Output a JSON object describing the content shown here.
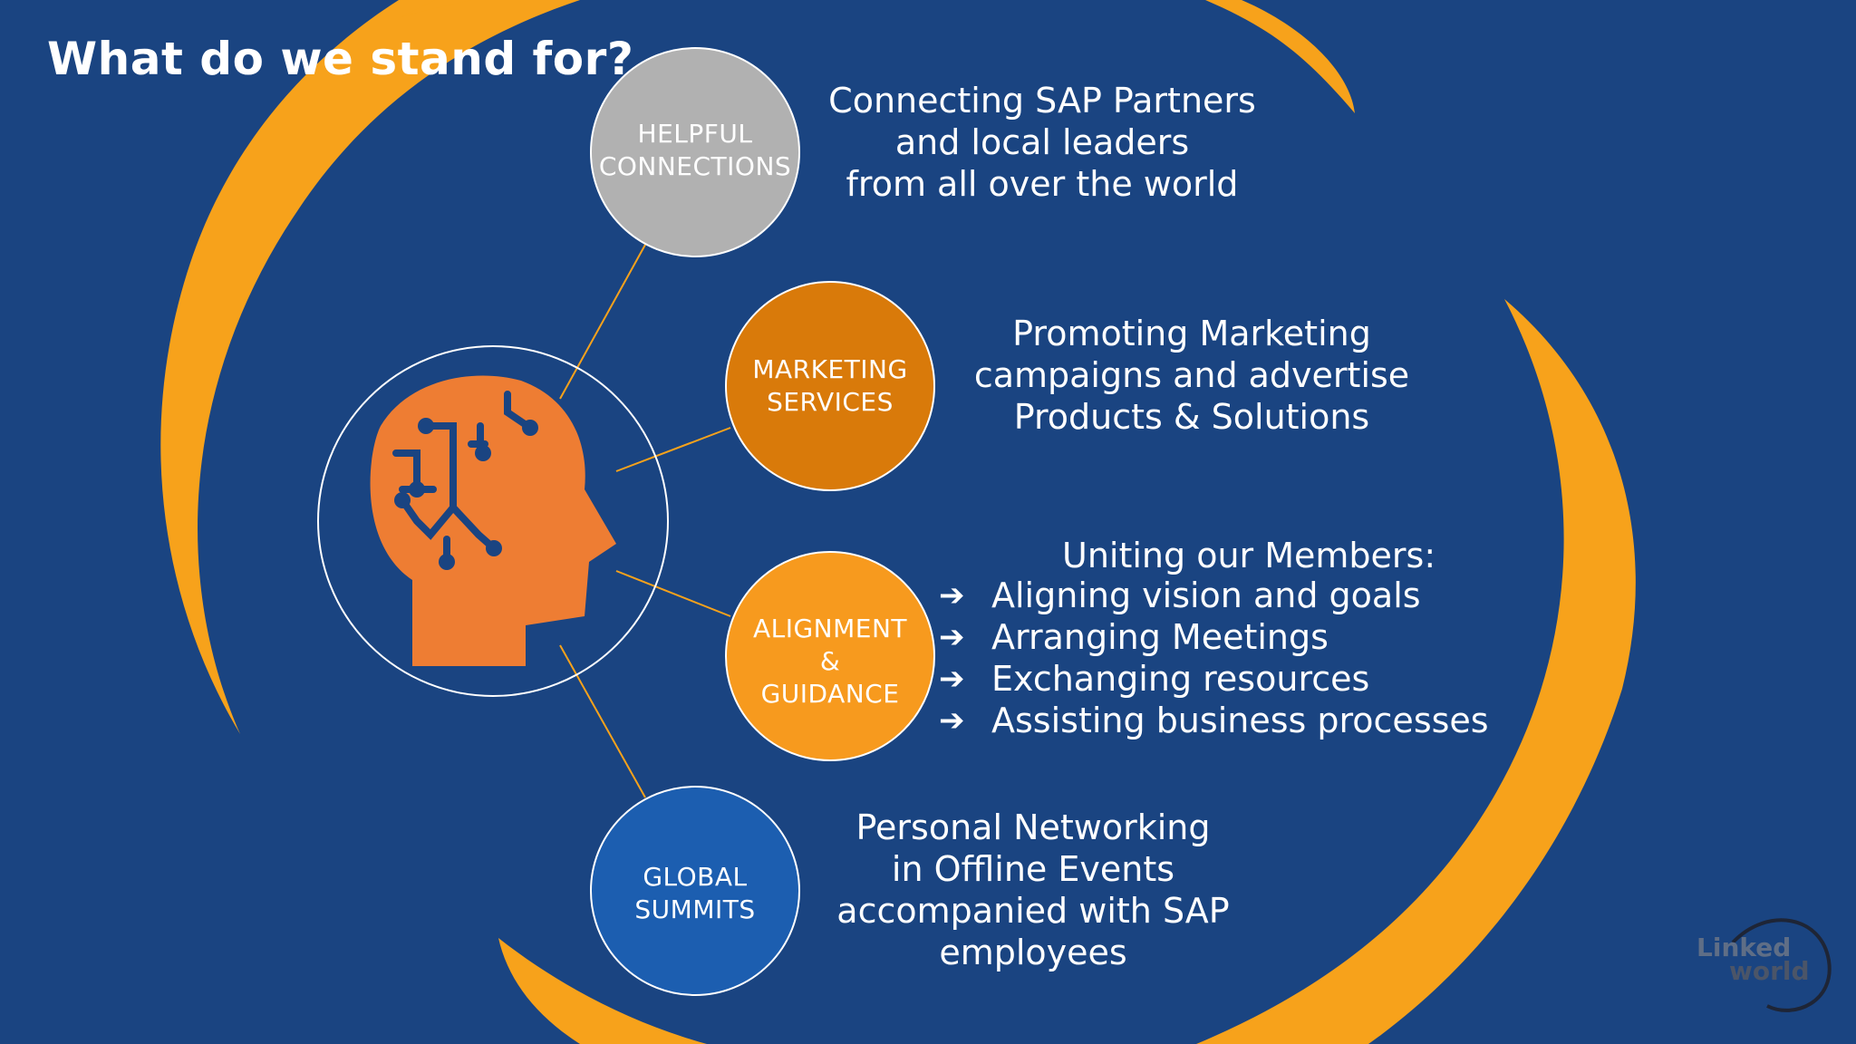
{
  "slide": {
    "title": "What do we stand for?",
    "colors": {
      "background": "#1a4481",
      "swirl": "#f7a21b",
      "head": "#ee7d33",
      "connections": "#b1b1b1",
      "marketing": "#d97a0a",
      "alignment": "#f79a1e",
      "summits": "#1c5eb0"
    },
    "center_icon": "head-circuit-icon"
  },
  "circles": {
    "connections": {
      "line1": "HELPFUL",
      "line2": "CONNECTIONS"
    },
    "marketing": {
      "line1": "MARKETING",
      "line2": "SERVICES"
    },
    "alignment": {
      "line1": "ALIGNMENT",
      "line2": "&",
      "line3": "GUIDANCE"
    },
    "summits": {
      "line1": "GLOBAL",
      "line2": "SUMMITS"
    }
  },
  "descriptions": {
    "connections": [
      "Connecting SAP Partners",
      "and local leaders",
      "from all over the world"
    ],
    "marketing": [
      "Promoting Marketing",
      "campaigns and advertise",
      "Products & Solutions"
    ],
    "alignment": {
      "heading": "Uniting our Members:",
      "bullets": [
        "Aligning vision and goals",
        "Arranging Meetings",
        "Exchanging resources",
        "Assisting business processes"
      ]
    },
    "summits": [
      "Personal Networking",
      "in Offline Events",
      "accompanied with SAP",
      "employees"
    ]
  },
  "logo": {
    "line1": "Linked",
    "line2": "world"
  }
}
